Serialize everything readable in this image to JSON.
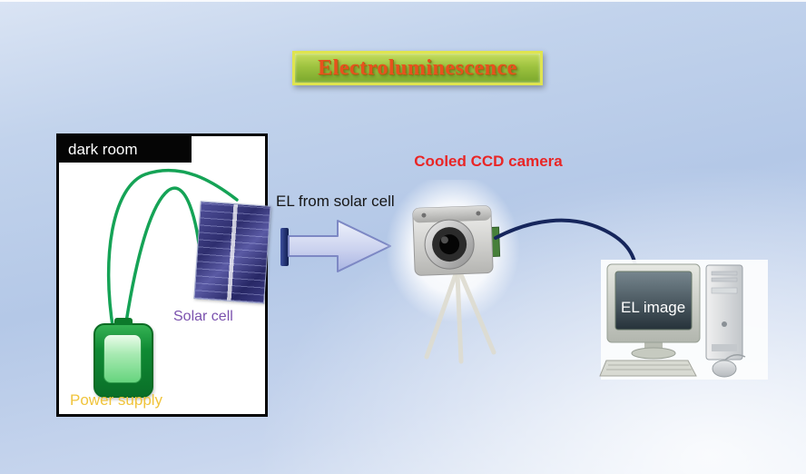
{
  "slide": {
    "title": "Electroluminescence"
  },
  "dark_room": {
    "label": "dark room",
    "solar_cell_label": "Solar cell",
    "power_supply_label": "Power supply"
  },
  "el_beam": {
    "label": "EL from solar cell"
  },
  "camera": {
    "label": "Cooled CCD camera"
  },
  "computer": {
    "screen_label": "EL image"
  },
  "colors": {
    "background_blue": "#b4c8e7",
    "title_text": "#e8511e",
    "title_border": "#dfe44f",
    "title_bg_top": "#c6dd5e",
    "title_bg_bottom": "#7aa82c",
    "camera_label": "#e92525",
    "solar_cell_label": "#7b52ae",
    "power_supply_label": "#f0c43c",
    "wire_green": "#15a356",
    "cable_navy": "#16265c",
    "arrow_fill": "#c9d0ee"
  }
}
